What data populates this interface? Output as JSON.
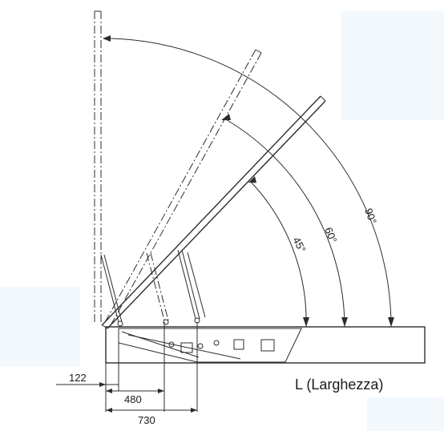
{
  "angles": {
    "a45": "45°",
    "a60": "60°",
    "a90": "90°"
  },
  "dimensions": {
    "d122": "122",
    "d480": "480",
    "d730": "730"
  },
  "width_label": "L (Larghezza)",
  "colors": {
    "line": "#2c2c2c",
    "background": "#ffffff",
    "pale_panel": "#f3f8fd"
  }
}
